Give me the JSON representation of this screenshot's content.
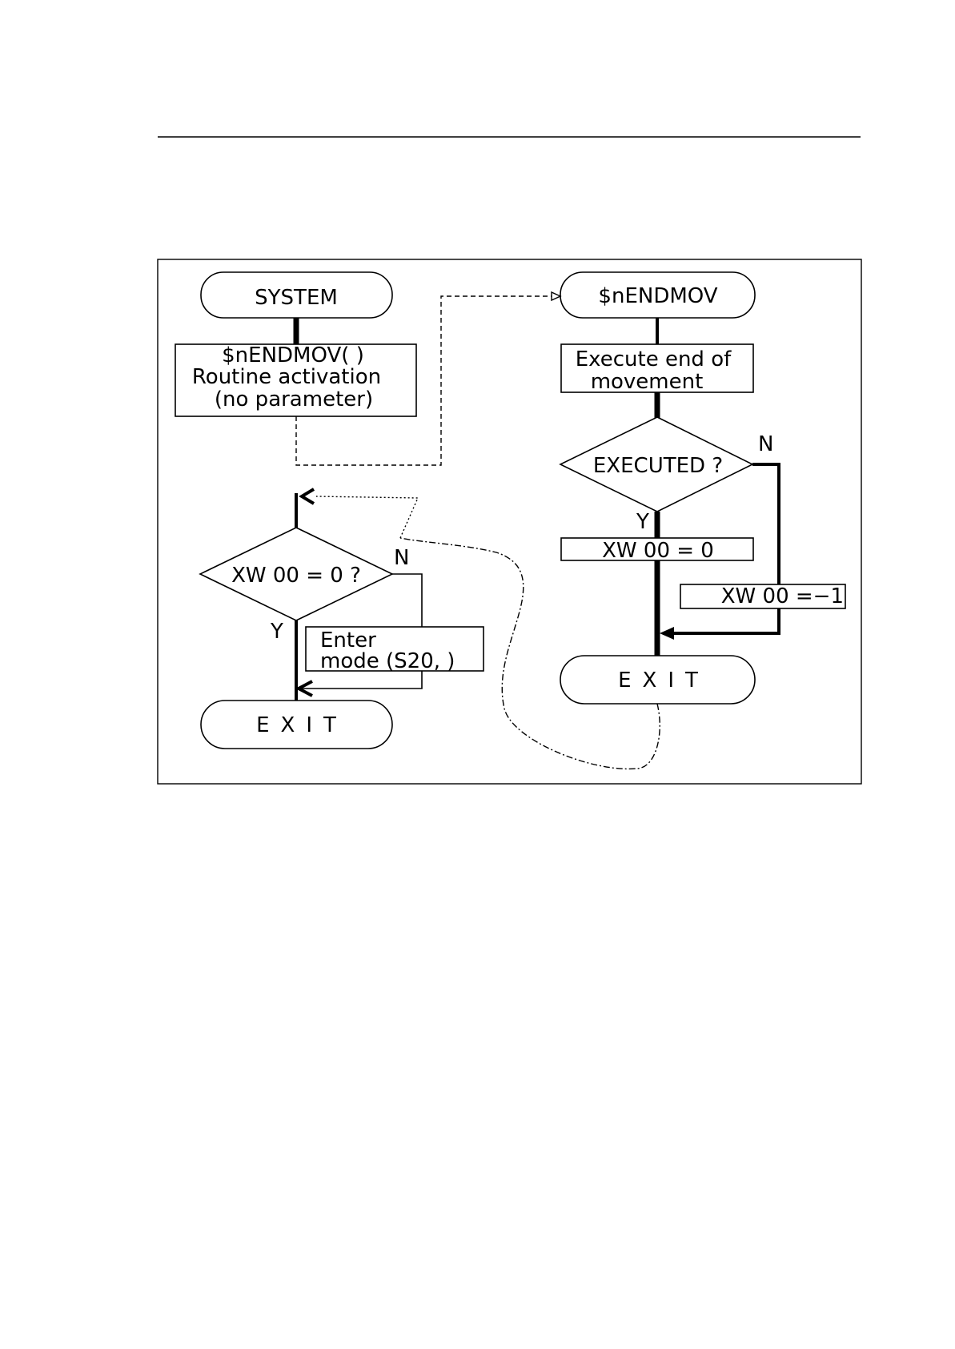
{
  "left_flow": {
    "start": "SYSTEM",
    "call_box": [
      "$nENDMOV(   )",
      "Routine activation",
      "(no parameter)"
    ],
    "decision": "XW 00 = 0 ?",
    "decision_no": "N",
    "decision_yes": "Y",
    "enter_box": [
      "Enter",
      "mode (S20,    )"
    ],
    "end": "EXIT"
  },
  "right_flow": {
    "start": "$nENDMOV",
    "execute_box": [
      "Execute  end  of",
      "movement"
    ],
    "decision": "EXECUTED ?",
    "decision_no": "N",
    "decision_yes": "Y",
    "yes_box": "XW 00 = 0",
    "no_box": "XW 00 =−1",
    "end": "EXIT"
  }
}
